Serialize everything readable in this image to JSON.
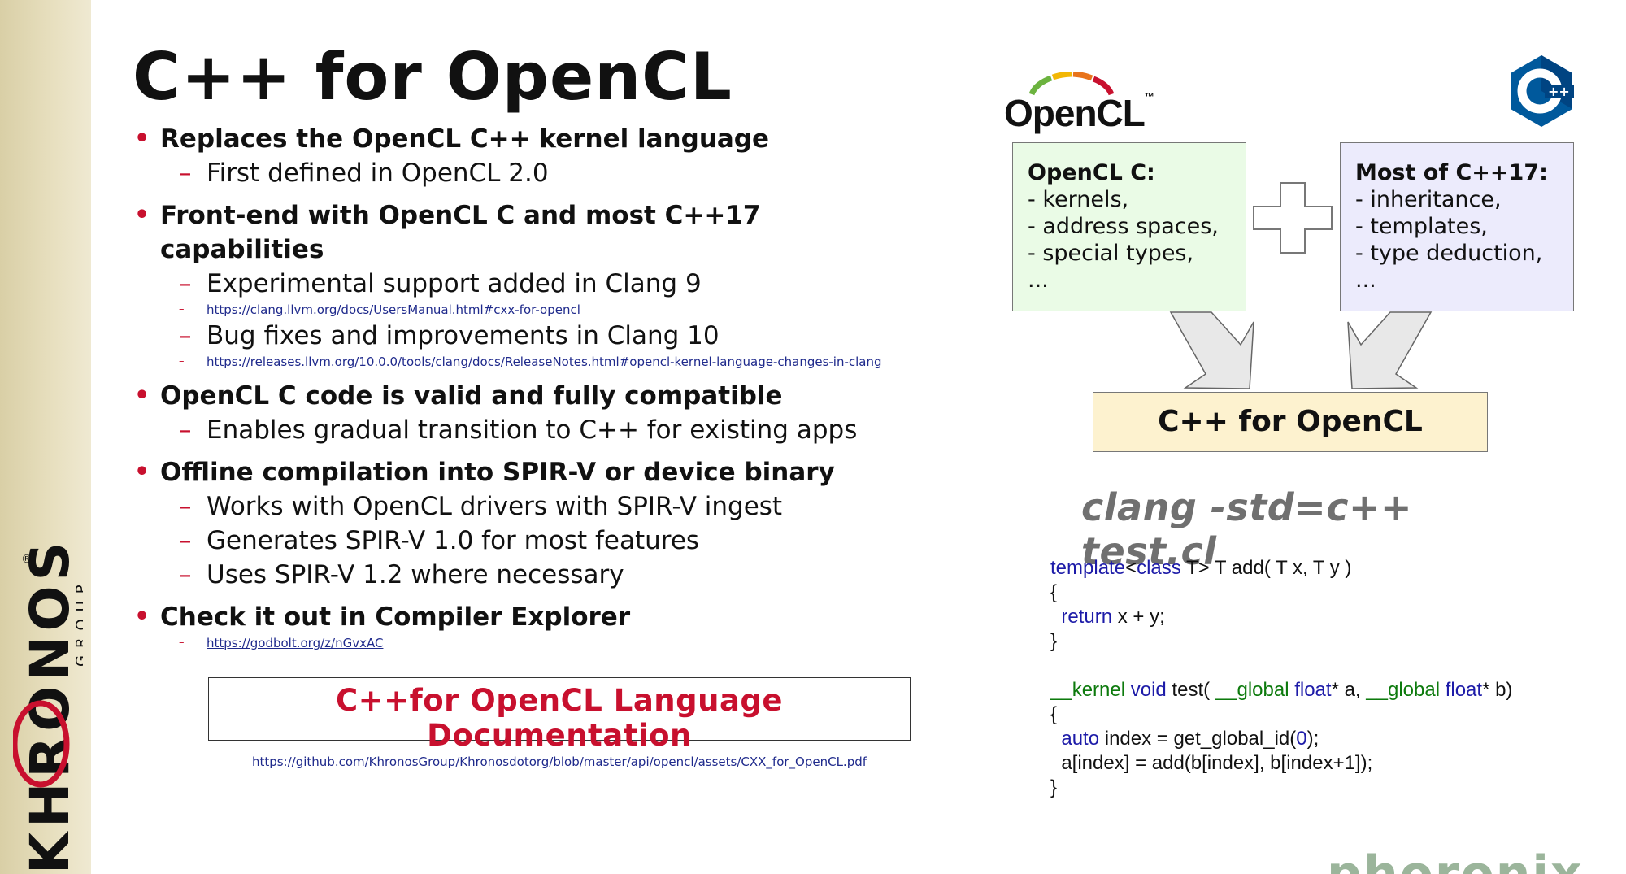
{
  "slide": {
    "title": "C++ for OpenCL"
  },
  "bullets": [
    {
      "text": "Replaces the OpenCL C++ kernel language",
      "subs": [
        {
          "text": "First defined in OpenCL 2.0"
        }
      ]
    },
    {
      "text": "Front-end with OpenCL C and most C++17 capabilities",
      "subs": [
        {
          "text": "Experimental support added in Clang 9",
          "link": "https://clang.llvm.org/docs/UsersManual.html#cxx-for-opencl"
        },
        {
          "text": "Bug fixes and improvements in Clang 10",
          "link": "https://releases.llvm.org/10.0.0/tools/clang/docs/ReleaseNotes.html#opencl-kernel-language-changes-in-clang"
        }
      ]
    },
    {
      "text": "OpenCL C code is valid and fully compatible",
      "subs": [
        {
          "text": "Enables gradual transition to C++ for existing apps"
        }
      ]
    },
    {
      "text": "Offline compilation into SPIR-V or device binary",
      "subs": [
        {
          "text": "Works with OpenCL drivers with SPIR-V ingest"
        },
        {
          "text": "Generates SPIR-V 1.0 for most features"
        },
        {
          "text": "Uses SPIR-V 1.2 where necessary"
        }
      ]
    },
    {
      "text": "Check it out in Compiler Explorer",
      "subs": [
        {
          "link": "https://godbolt.org/z/nGvxAC"
        }
      ]
    }
  ],
  "documentation": {
    "title": "C++for OpenCL Language Documentation",
    "link": "https://github.com/KhronosGroup/Khronosdotorg/blob/master/api/opencl/assets/CXX_for_OpenCL.pdf"
  },
  "diagram": {
    "opencl_logo_text": "OpenCL",
    "opencl_logo_tm": "™",
    "left_box": {
      "title": "OpenCL C:",
      "lines": [
        "- kernels,",
        "- address spaces,",
        "- special types,",
        "..."
      ]
    },
    "right_box": {
      "title": "Most of C++17:",
      "lines": [
        "- inheritance,",
        "- templates,",
        "- type deduction,",
        "..."
      ]
    },
    "result": "C++ for OpenCL",
    "command": "clang -std=c++ test.cl"
  },
  "code": {
    "template_kw": "template",
    "class_kw": "class",
    "l1_rest": " T> T add( T x, T y )",
    "l2": "{",
    "return_kw": "return",
    "l3_rest": " x + y;",
    "l4": "}",
    "kernel_kw": "__kernel",
    "void_kw": "void",
    "global_kw": "__global",
    "float_kw": "float",
    "test_fn": " test( ",
    "a_arg": "* a, ",
    "b_arg": "* b)",
    "auto_kw": "auto",
    "l7_mid": " index = get_global_id(",
    "zero": "0",
    "l7_end": ");",
    "l8": "  a[index] = add(b[index], b[index+1]);"
  },
  "branding": {
    "khronos_word": "KHRONOS",
    "khronos_group": "GROUP",
    "registered": "®",
    "cpp_logo_text": "C",
    "cpp_plus": "++",
    "watermark": "phoronix"
  },
  "colors": {
    "accent_red": "#c8102e",
    "link_blue": "#1f2a8c",
    "left_box_bg": "#eafbe6",
    "right_box_bg": "#ecebfc",
    "result_box_bg": "#fdf2cf",
    "code_keyword": "#1d1ba8",
    "code_qualifier": "#0d7a0d"
  }
}
